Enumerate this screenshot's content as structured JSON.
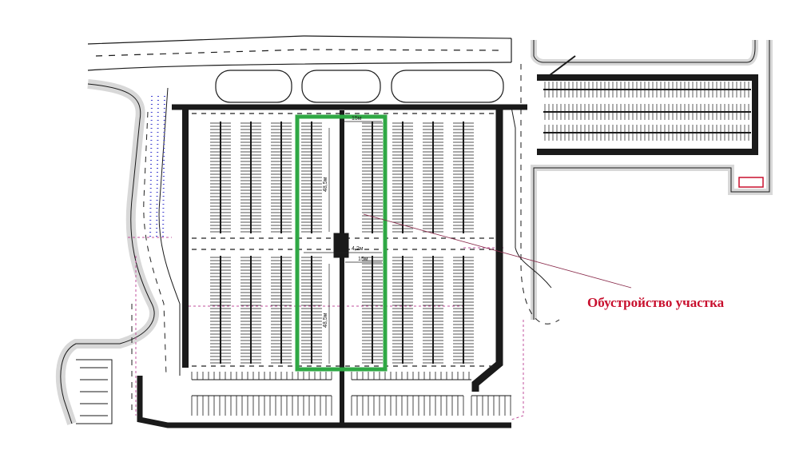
{
  "annotation": {
    "label": "Обустройство участка",
    "color": "#c8102e"
  },
  "highlight": {
    "color": "#2fa844",
    "width_label_top": "15м",
    "width_label_mid": "4,2м",
    "width_label_lower": "15м",
    "length_label_upper": "48,5м",
    "length_label_lower": "48,5м"
  },
  "colors": {
    "road_edge": "#1a1a1a",
    "curb": "#d8d8d8",
    "dashed": "#222222",
    "utility": "#c0529c",
    "dots": "#3f3fd0"
  }
}
